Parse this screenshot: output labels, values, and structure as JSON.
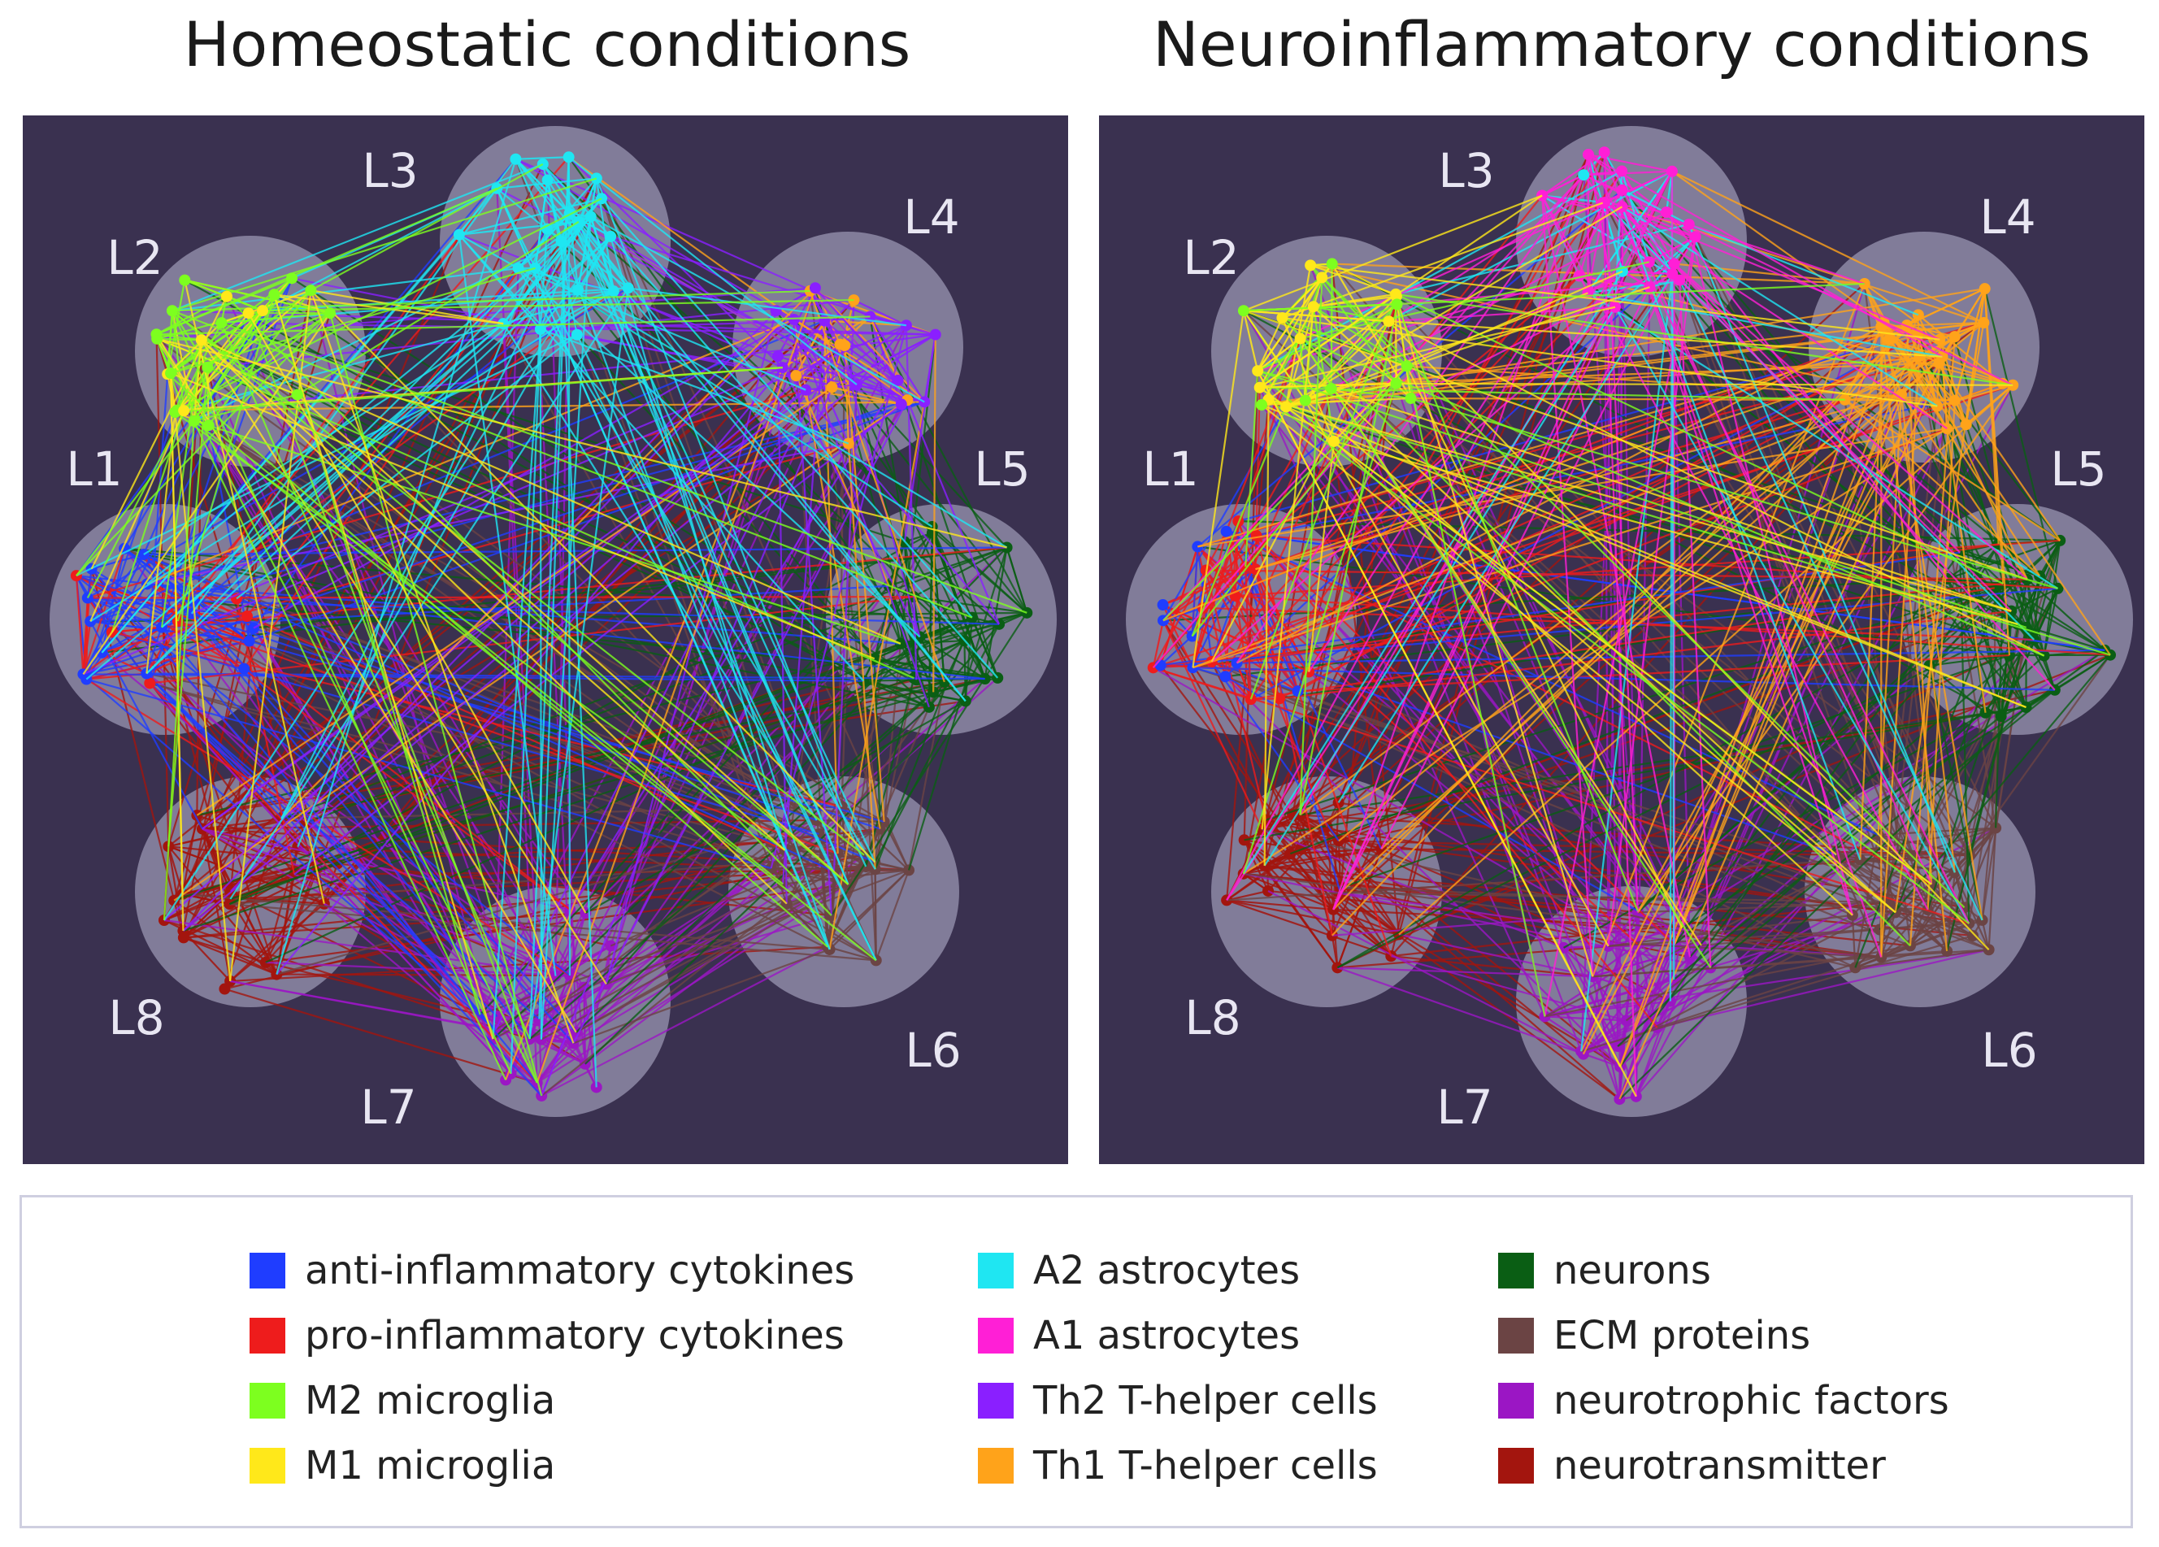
{
  "titles": {
    "left": "Homeostatic conditions",
    "right": "Neuroinflammatory conditions"
  },
  "panels": [
    {
      "name": "homeostatic",
      "layers": [
        {
          "label": "L1",
          "category": "anti_inflammatory"
        },
        {
          "label": "L2",
          "category": "m2"
        },
        {
          "label": "L3",
          "category": "a2"
        },
        {
          "label": "L4",
          "category": "th2"
        },
        {
          "label": "L5",
          "category": "neurons"
        },
        {
          "label": "L6",
          "category": "ecm"
        },
        {
          "label": "L7",
          "category": "neurotrophic"
        },
        {
          "label": "L8",
          "category": "neurotransmitter"
        }
      ],
      "secondary": [
        {
          "layer": "L1",
          "category": "pro_inflammatory"
        },
        {
          "layer": "L2",
          "category": "m1"
        },
        {
          "layer": "L4",
          "category": "th1"
        }
      ]
    },
    {
      "name": "neuroinflammatory",
      "layers": [
        {
          "label": "L1",
          "category": "pro_inflammatory"
        },
        {
          "label": "L2",
          "category": "m1"
        },
        {
          "label": "L3",
          "category": "a1"
        },
        {
          "label": "L4",
          "category": "th1"
        },
        {
          "label": "L5",
          "category": "neurons"
        },
        {
          "label": "L6",
          "category": "ecm"
        },
        {
          "label": "L7",
          "category": "neurotrophic"
        },
        {
          "label": "L8",
          "category": "neurotransmitter"
        }
      ],
      "secondary": [
        {
          "layer": "L1",
          "category": "anti_inflammatory"
        },
        {
          "layer": "L2",
          "category": "m2"
        },
        {
          "layer": "L3",
          "category": "a2"
        }
      ]
    }
  ],
  "colors": {
    "anti_inflammatory": "#1f3dff",
    "pro_inflammatory": "#ee1c1c",
    "m2": "#7dff1f",
    "m1": "#ffe81a",
    "a2": "#1fe6f2",
    "a1": "#ff1fd6",
    "th2": "#8a1fff",
    "th1": "#ffa31a",
    "neurons": "#0a5e14",
    "ecm": "#6b4444",
    "neurotrophic": "#9b16c4",
    "neurotransmitter": "#a3150e"
  },
  "legend": {
    "columns": [
      [
        {
          "category": "anti_inflammatory",
          "label": "anti-inflammatory cytokines"
        },
        {
          "category": "pro_inflammatory",
          "label": "pro-inflammatory cytokines"
        },
        {
          "category": "m2",
          "label": "M2 microglia"
        },
        {
          "category": "m1",
          "label": "M1 microglia"
        }
      ],
      [
        {
          "category": "a2",
          "label": "A2 astrocytes"
        },
        {
          "category": "a1",
          "label": "A1 astrocytes"
        },
        {
          "category": "th2",
          "label": "Th2 T-helper cells"
        },
        {
          "category": "th1",
          "label": "Th1 T-helper cells"
        }
      ],
      [
        {
          "category": "neurons",
          "label": "neurons"
        },
        {
          "category": "ecm",
          "label": "ECM proteins"
        },
        {
          "category": "neurotrophic",
          "label": "neurotrophic factors"
        },
        {
          "category": "neurotransmitter",
          "label": "neurotransmitter"
        }
      ]
    ]
  }
}
